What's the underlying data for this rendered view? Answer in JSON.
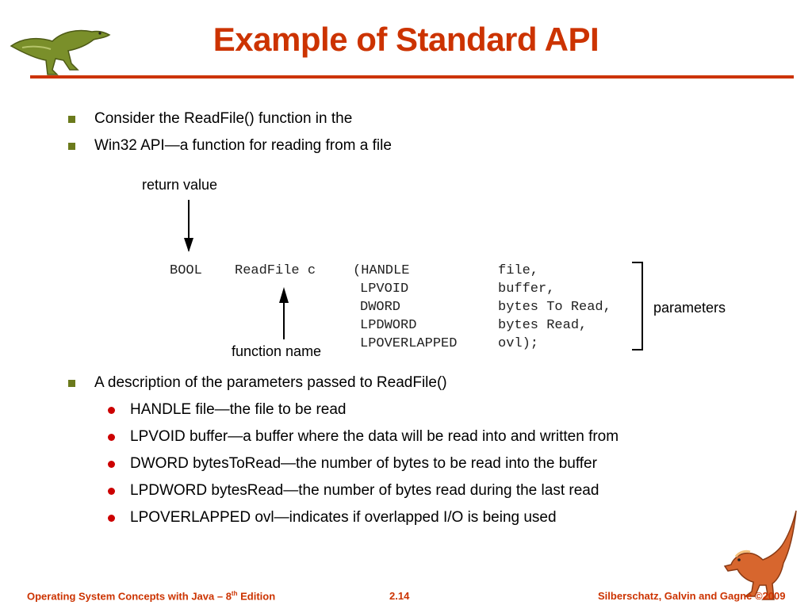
{
  "slide": {
    "title": "Example of Standard API",
    "bullets": [
      "Consider the ReadFile() function in the",
      "Win32 API—a function for reading from a file"
    ],
    "diagram": {
      "return_label": "return value",
      "function_label": "function name",
      "params_label": "parameters",
      "code": {
        "ret_type": "BOOL",
        "func": "ReadFile c",
        "types": [
          "(HANDLE",
          "LPVOID",
          "DWORD",
          "LPDWORD",
          "LPOVERLAPPED"
        ],
        "names": [
          "file,",
          "buffer,",
          "bytes To Read,",
          "bytes Read,",
          "ovl);"
        ]
      }
    },
    "bullet3": "A description of the parameters passed to ReadFile()",
    "sub_bullets": [
      "HANDLE file—the file to be read",
      "LPVOID buffer—a buffer where the data will be read into and written from",
      "DWORD bytesToRead—the number of bytes to be read into the buffer",
      "LPDWORD bytesRead—the number of bytes read during the last read",
      "LPOVERLAPPED ovl—indicates if overlapped I/O is being used"
    ]
  },
  "footer": {
    "left_main": "Operating System Concepts  with Java – 8",
    "left_sup": "th",
    "left_tail": " Edition",
    "center": "2.14",
    "right": "Silberschatz, Galvin and Gagne ©2009"
  },
  "colors": {
    "title": "#cc3300",
    "bullet_square": "#6b7a1c",
    "bullet_dot": "#cc0000"
  }
}
